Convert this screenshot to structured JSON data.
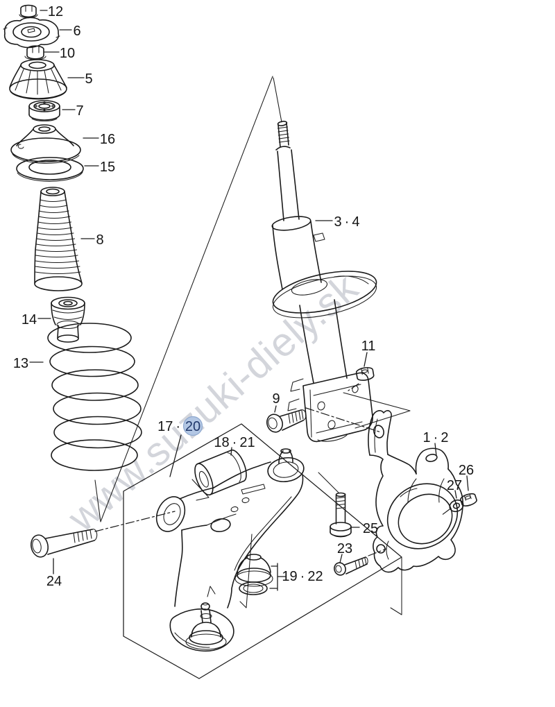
{
  "diagram": {
    "watermark": "www.suzuki-diely.sk",
    "highlight_color": "#b3c7e4",
    "line_color": "#1a1a1a",
    "labels": {
      "p12": "12",
      "p6": "6",
      "p10": "10",
      "p5": "5",
      "p7": "7",
      "p16": "16",
      "p15": "15",
      "p8": "8",
      "p14": "14",
      "p13": "13",
      "p3_4": "3 · 4",
      "p11": "11",
      "p9": "9",
      "p1_2": "1 · 2",
      "p26": "26",
      "p27": "27",
      "p25": "25",
      "p23": "23",
      "p24": "24",
      "p18_21": "18 · 21",
      "p19_22": "19 · 22",
      "p17_prefix": "17 · ",
      "p20": "20"
    }
  }
}
